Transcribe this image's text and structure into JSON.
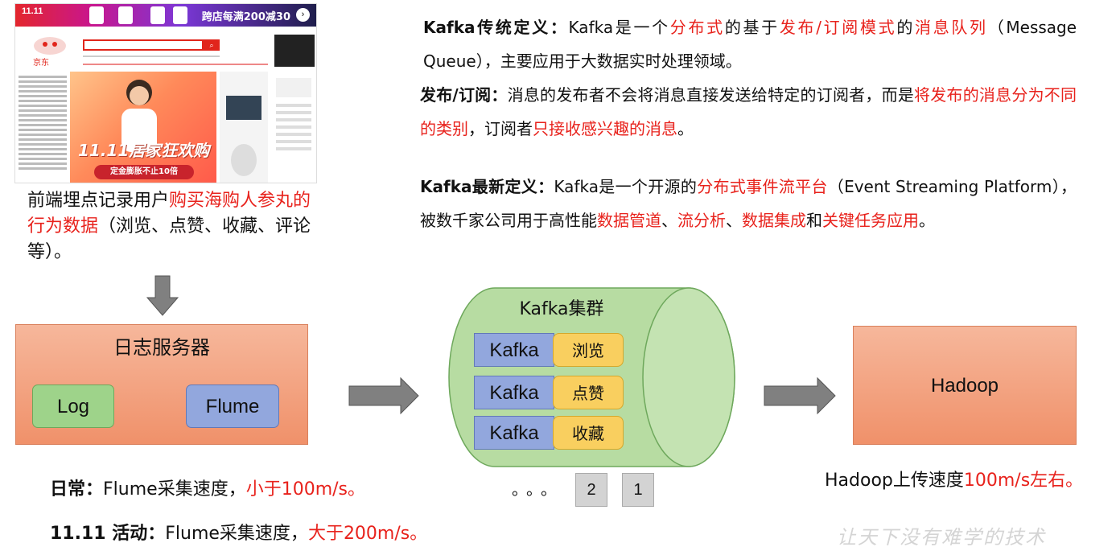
{
  "screenshot": {
    "ad_tag": "11.11",
    "ad_promo": "跨店每满200减30",
    "logo": "京东",
    "hero_slogan": "11.11居家狂欢购",
    "hero_cta": "定金膨胀不止10倍"
  },
  "caption": {
    "part1": "前端埋点记录用户",
    "part2_red": "购买海购人参丸的行为数据",
    "part3": "（浏览、点赞、收藏、评论等）。"
  },
  "definitions": {
    "traditional": {
      "label": "Kafka传统定义：",
      "t1": "Kafka是一个",
      "r1": "分布式",
      "t2": "的基于",
      "r2": "发布/订阅模式",
      "t3": "的",
      "r3": "消息队列",
      "t4": "（Message Queue），主要应用于大数据实时处理领域。"
    },
    "pubsub": {
      "label": "发布/订阅：",
      "t1": "消息的发布者不会将消息直接发送给特定的订阅者，而是",
      "r1": "将发布的消息分为不同的类别",
      "t2": "，订阅者",
      "r2": "只接收感兴趣的消息",
      "t3": "。"
    },
    "latest": {
      "label": "Kafka最新定义：",
      "t1": "Kafka是一个开源的",
      "r1": "分布式事件流平台",
      "t2": "（Event Streaming Platform），被数千家公司用于高性能",
      "r2": "数据管道",
      "t3": "、",
      "r3": "流分析",
      "t4": "、",
      "r4": "数据集成",
      "t5": "和",
      "r5": "关键任务应用",
      "t6": "。"
    }
  },
  "diagram": {
    "log_server": "日志服务器",
    "log": "Log",
    "flume": "Flume",
    "cluster_title": "Kafka集群",
    "kafka_rows": [
      {
        "broker": "Kafka",
        "topic": "浏览"
      },
      {
        "broker": "Kafka",
        "topic": "点赞"
      },
      {
        "broker": "Kafka",
        "topic": "收藏"
      }
    ],
    "hadoop": "Hadoop",
    "partition_dots": "。。。",
    "partitions": [
      "2",
      "1"
    ]
  },
  "notes": {
    "daily_label": "日常：",
    "daily_text": "Flume采集速度，",
    "daily_red": "小于100m/s。",
    "sale_label": "11.11 活动：",
    "sale_text": "Flume采集速度，",
    "sale_red": "大于200m/s。",
    "hadoop_text": "Hadoop上传速度",
    "hadoop_red": "100m/s左右。"
  },
  "watermark": "让天下没有难学的技术",
  "colors": {
    "red": "#e8221c",
    "orange_box": "#f0916a",
    "green_box": "#9ed38a",
    "blue_box": "#92a7dd",
    "yellow_box": "#f9cf5f",
    "cylinder": "#b7dca2",
    "arrow": "#808080"
  }
}
